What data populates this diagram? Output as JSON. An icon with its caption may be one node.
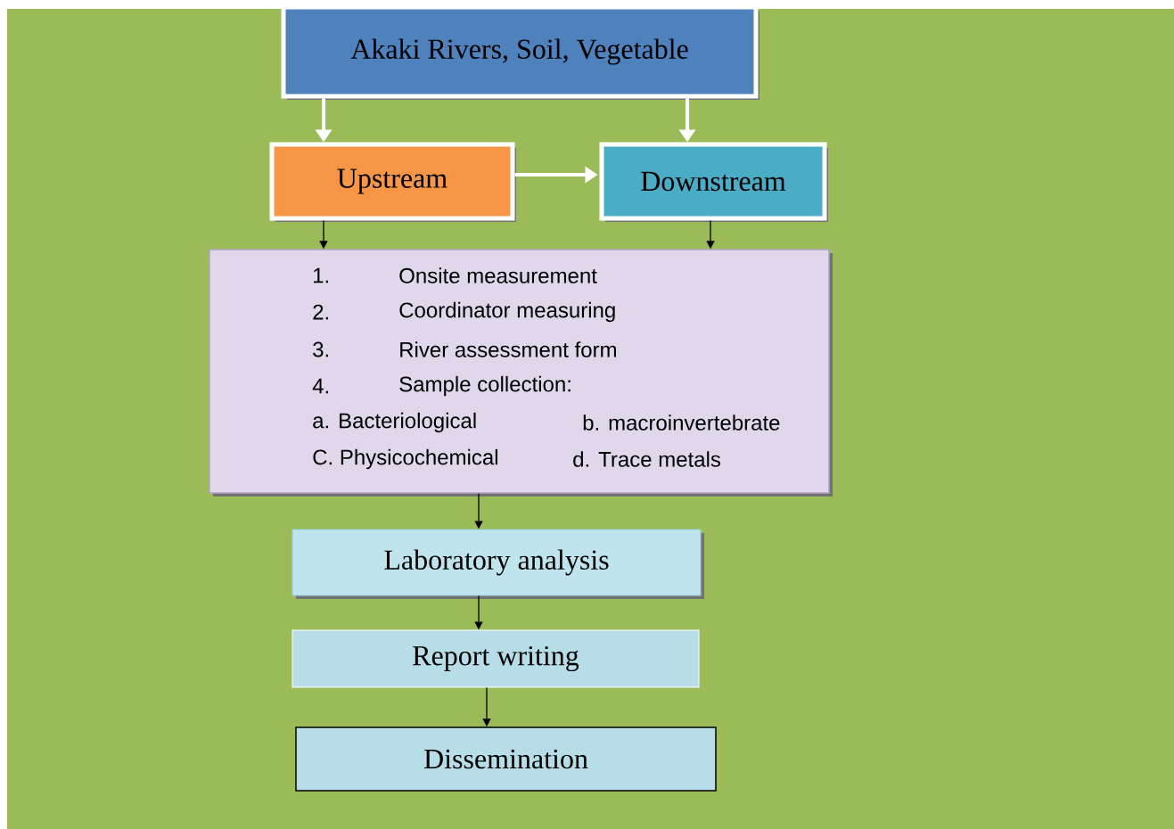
{
  "diagram": {
    "nodes": [
      {
        "text": [
          "Akaki Rivers, Soil, Vegetable"
        ]
      },
      {
        "text": [
          "Upstream"
        ]
      },
      {
        "text": [
          "Downstream"
        ]
      },
      {
        "text": [
          "1.",
          "Onsite measurement",
          "2.",
          "Coordinator measuring",
          "3.",
          "River assessment form",
          "4.",
          "Sample collection:",
          "a. Bacteriological",
          "b. macroinvertebrate",
          "C. Physicochemical",
          "d. Trace metals"
        ]
      },
      {
        "text": [
          "Laboratory analysis"
        ]
      },
      {
        "text": [
          "Report writing"
        ]
      },
      {
        "text": [
          "Dissemination"
        ]
      }
    ],
    "edges": [
      {
        "from": 0,
        "to": 1,
        "arrow": "to",
        "style": "thick",
        "color": "#ffffff"
      },
      {
        "from": 0,
        "to": 2,
        "arrow": "to",
        "style": "thick",
        "color": "#ffffff"
      },
      {
        "from": 1,
        "to": 2,
        "arrow": "to",
        "style": "thick",
        "color": "#ffffff"
      },
      {
        "from": 1,
        "to": 3,
        "arrow": "to"
      },
      {
        "from": 2,
        "to": 3,
        "arrow": "to"
      },
      {
        "from": 3,
        "to": 4,
        "arrow": "to"
      },
      {
        "from": 4,
        "to": 5,
        "arrow": "to"
      },
      {
        "from": 5,
        "to": 6,
        "arrow": "to"
      }
    ]
  }
}
